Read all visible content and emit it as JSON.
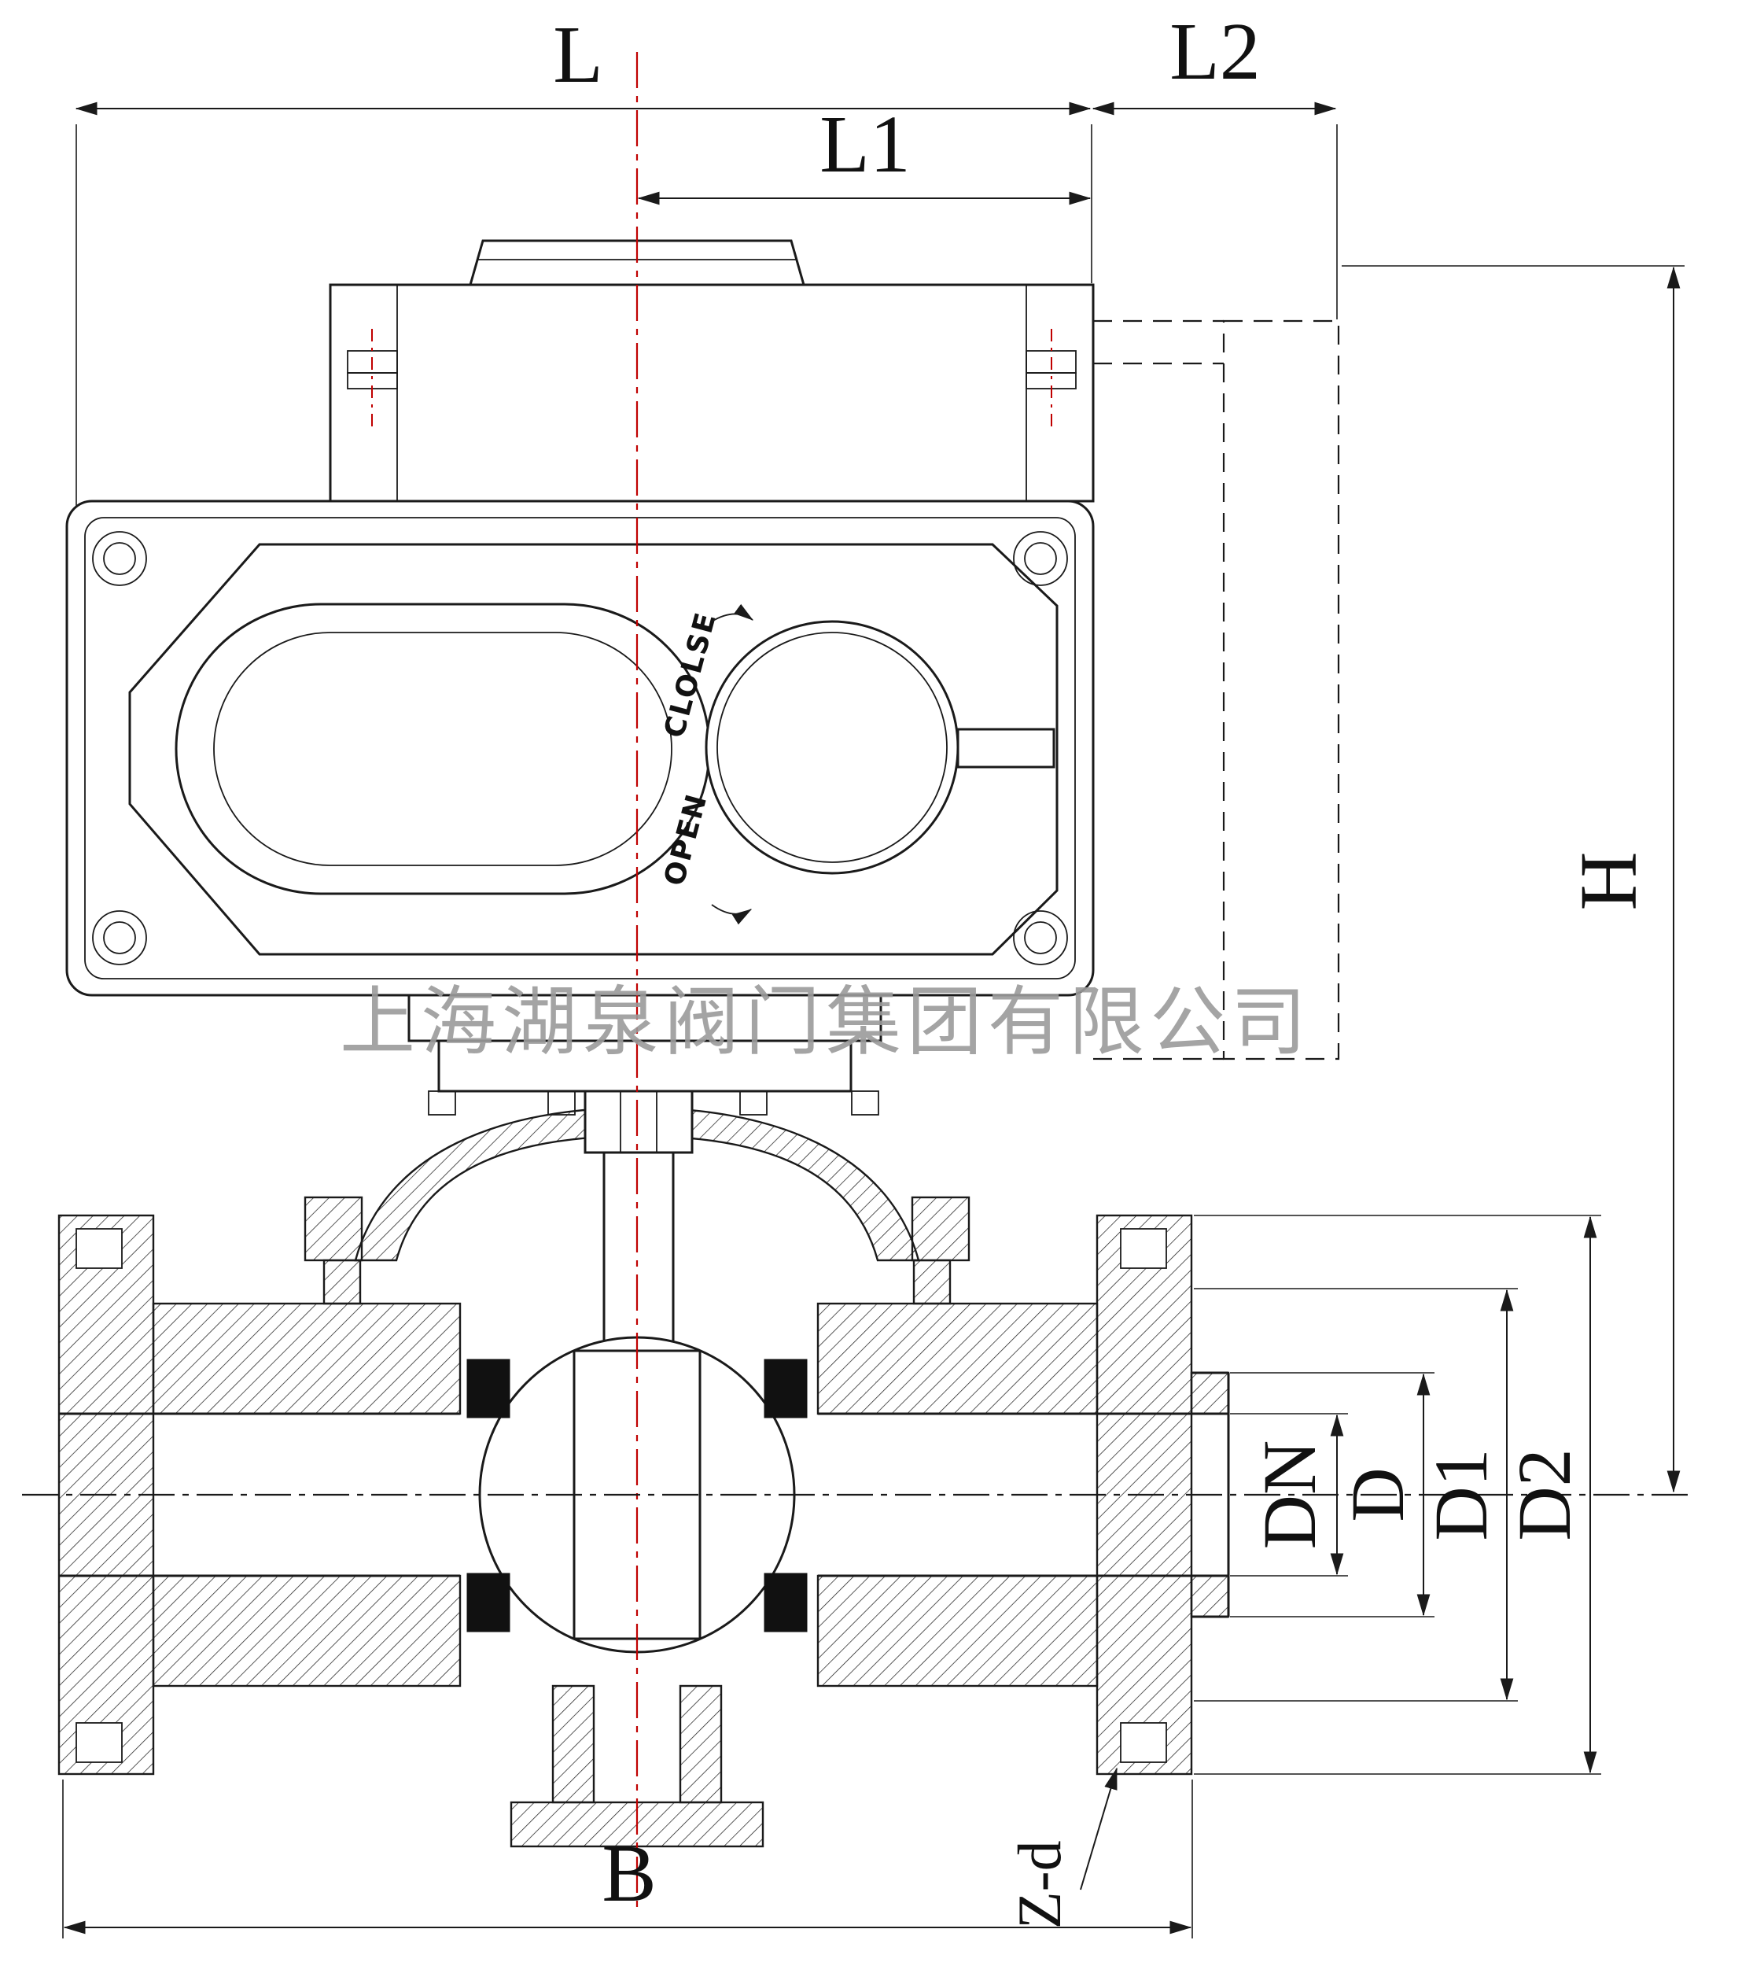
{
  "drawing": {
    "type": "engineering-cross-section",
    "subject": "electric-actuated-flanged-ball-valve",
    "watermark": "上海湖泉阀门集团有限公司",
    "labels": {
      "L": "L",
      "L1": "L1",
      "L2": "L2",
      "H": "H",
      "B": "B",
      "DN": "DN",
      "D": "D",
      "D1": "D1",
      "D2": "D2",
      "Zd": "Z-d",
      "open": "OPEN",
      "close": "CLOLSE"
    },
    "colors": {
      "line": "#1a1a1a",
      "centerline_red": "#c00000",
      "watermark_gray": "#9b9b9b",
      "background": "#ffffff"
    }
  }
}
